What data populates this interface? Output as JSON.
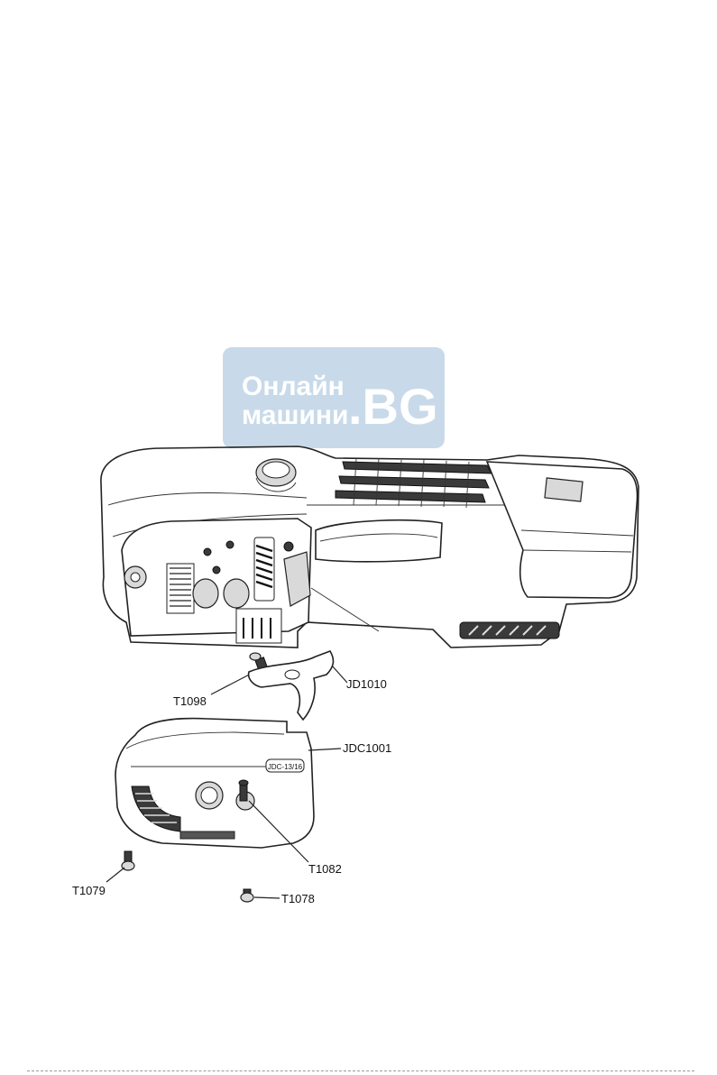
{
  "watermark": {
    "line1": "Онлайн",
    "line2": "машини",
    "suffix": ".BG",
    "bg_color": "#c5d8e8"
  },
  "labels": {
    "t1098": "T1098",
    "jd1010": "JD1010",
    "jdc1001": "JDC1001",
    "t1082": "T1082",
    "t1079": "T1079",
    "t1078": "T1078"
  },
  "cover_badge": "JDC-13/16"
}
